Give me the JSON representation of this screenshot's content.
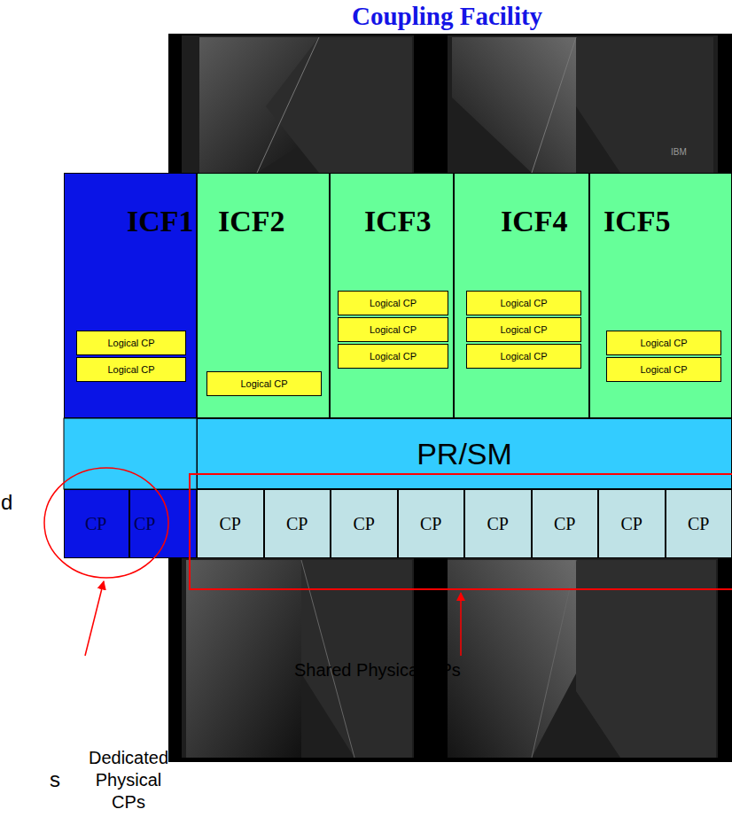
{
  "diagram": {
    "title": "Coupling Facility",
    "nodes": [
      {
        "text": [
          "ICF1"
        ]
      },
      {
        "text": [
          "Logical CP"
        ],
        "in": 0
      },
      {
        "text": [
          "Logical CP"
        ],
        "in": 0
      },
      {
        "text": [
          "ICF2"
        ]
      },
      {
        "text": [
          "Logical CP"
        ],
        "in": 3
      },
      {
        "text": [
          "ICF3"
        ]
      },
      {
        "text": [
          "Logical CP"
        ],
        "in": 5
      },
      {
        "text": [
          "Logical CP"
        ],
        "in": 5
      },
      {
        "text": [
          "Logical CP"
        ],
        "in": 5
      },
      {
        "text": [
          "ICF4"
        ]
      },
      {
        "text": [
          "Logical CP"
        ],
        "in": 9
      },
      {
        "text": [
          "Logical CP"
        ],
        "in": 9
      },
      {
        "text": [
          "Logical CP"
        ],
        "in": 9
      },
      {
        "text": [
          "ICF5"
        ]
      },
      {
        "text": [
          "Logical CP"
        ],
        "in": 13
      },
      {
        "text": [
          "Logical CP"
        ],
        "in": 13
      },
      {
        "text": [
          "PR/SM"
        ]
      },
      {
        "text": [
          "CP"
        ]
      },
      {
        "text": [
          "CP"
        ]
      },
      {
        "text": [
          "CP"
        ]
      },
      {
        "text": [
          "CP"
        ]
      },
      {
        "text": [
          "CP"
        ]
      },
      {
        "text": [
          "CP"
        ]
      },
      {
        "text": [
          "CP"
        ]
      },
      {
        "text": [
          "CP"
        ]
      },
      {
        "text": [
          "CP"
        ]
      },
      {
        "text": [
          "CP"
        ]
      }
    ],
    "labels": [
      "IBM",
      "d",
      "Shared Physical CPs",
      "Dedicated Physical CPs",
      "s"
    ]
  }
}
